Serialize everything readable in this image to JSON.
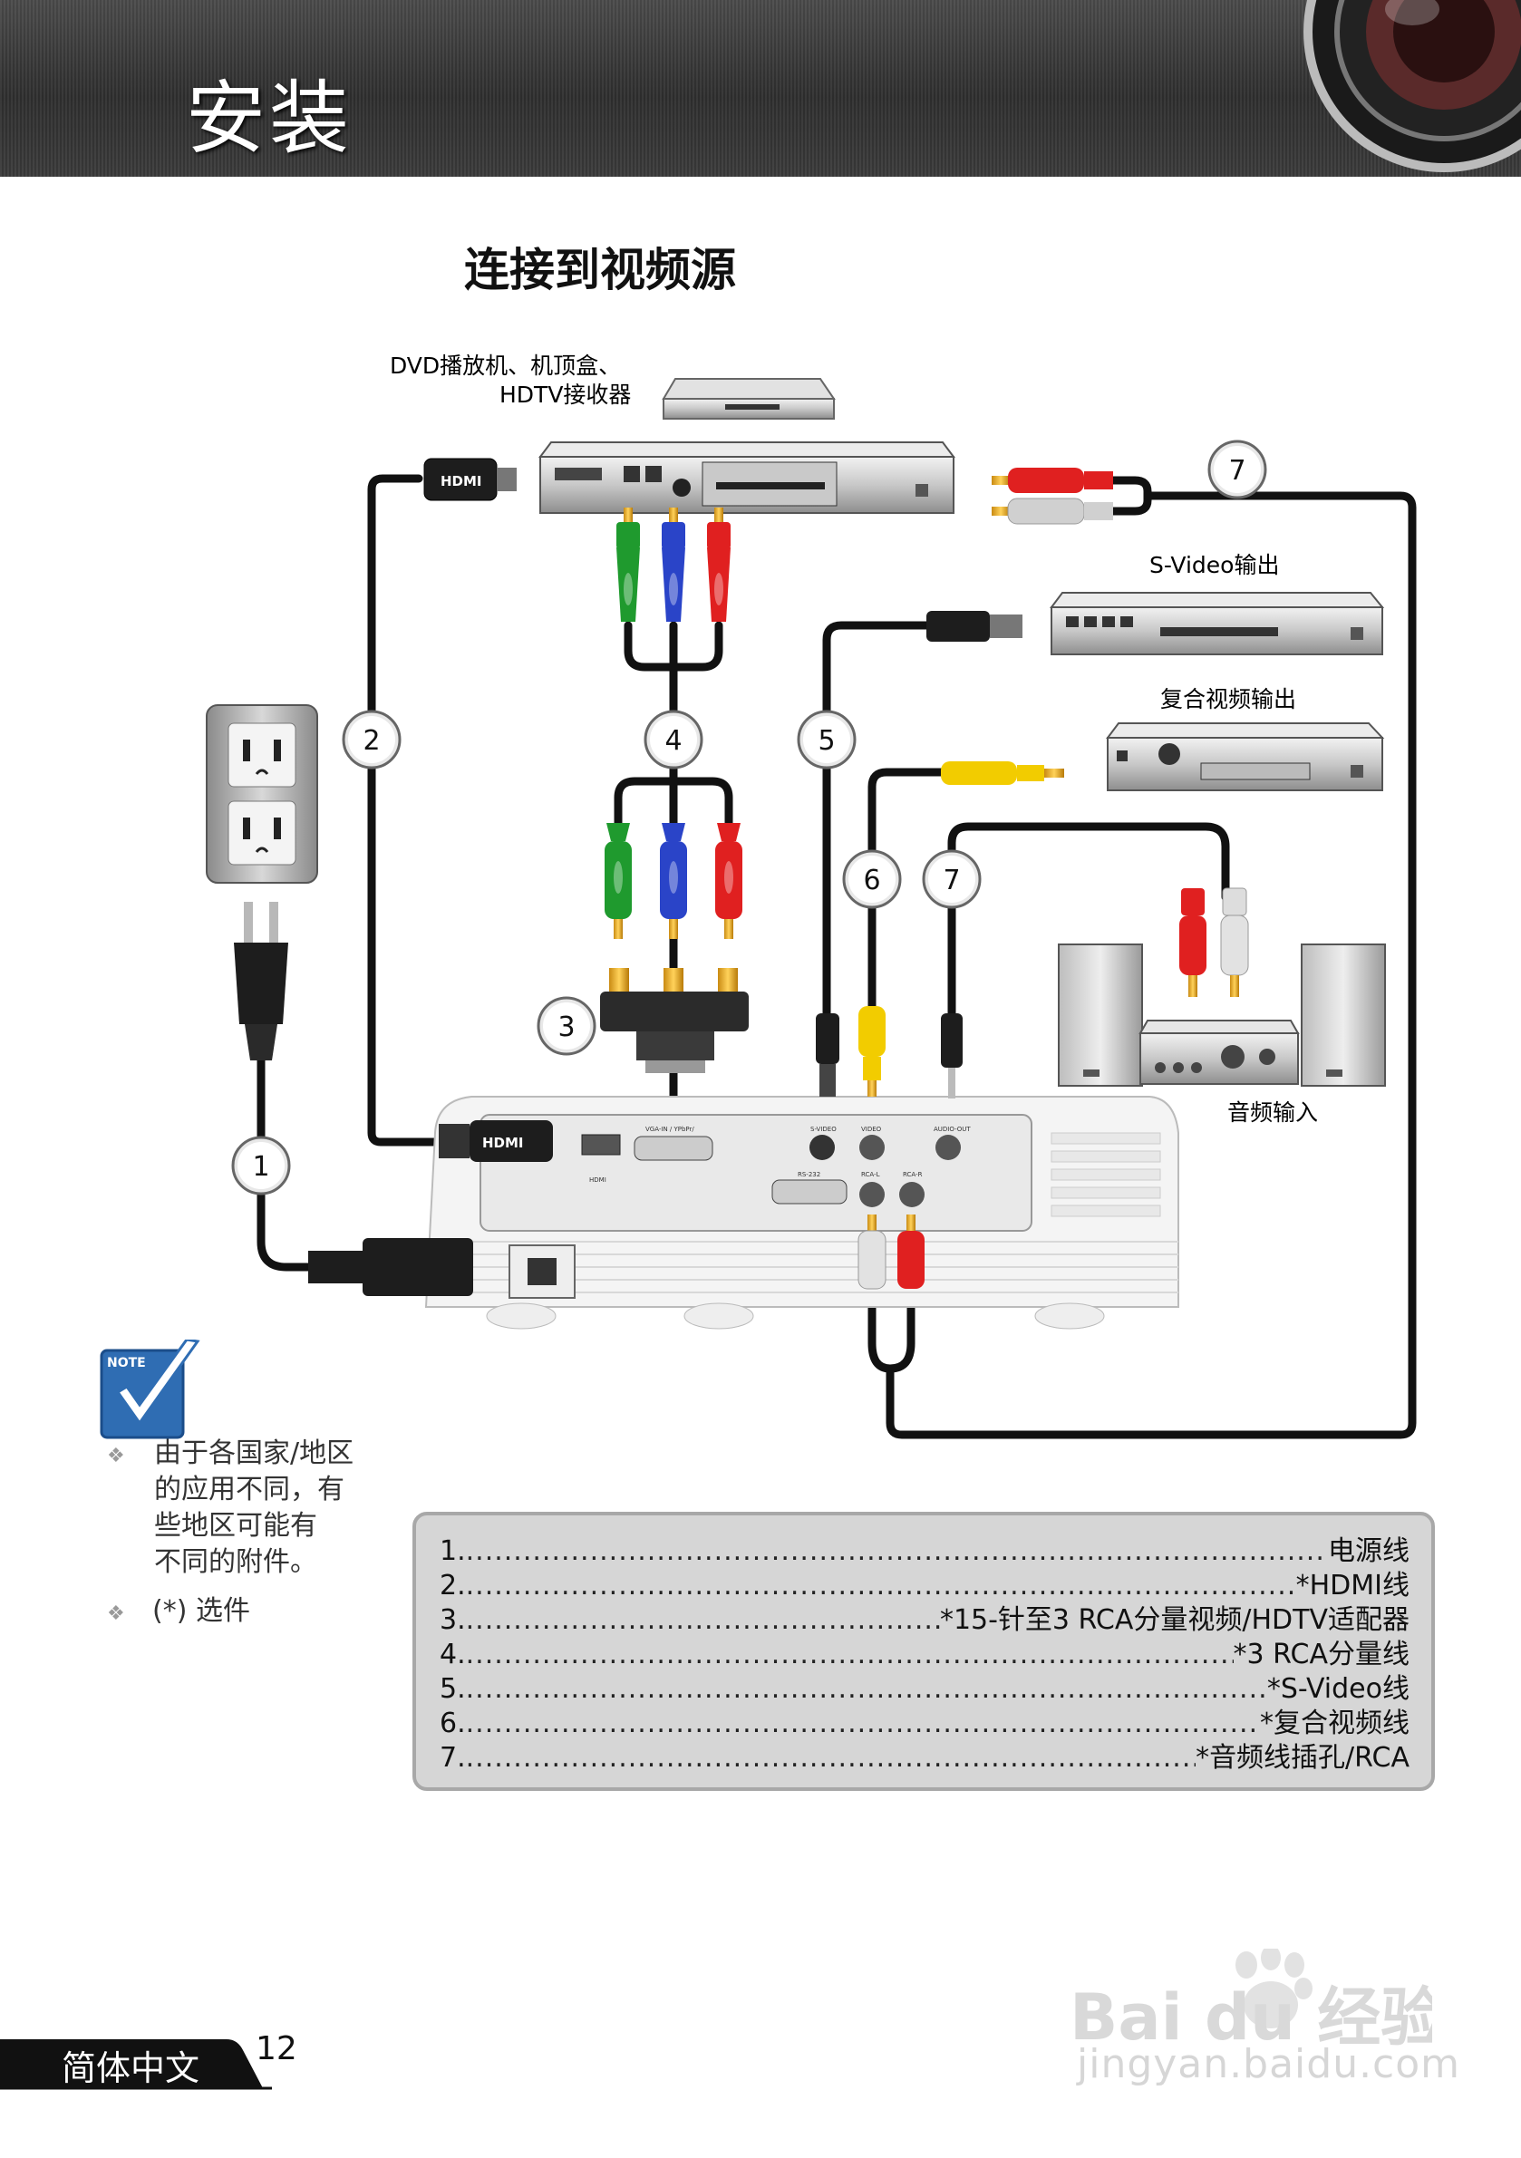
{
  "header": {
    "title": "安装"
  },
  "section": {
    "title": "连接到视频源"
  },
  "diagram": {
    "labels": {
      "dvd_line1": "DVD播放机、机顶盒、",
      "dvd_line2": "HDTV接收器",
      "svideo_out": "S-Video输出",
      "composite_out": "复合视频输出",
      "audio_in": "音频输入"
    },
    "callouts": [
      "1",
      "2",
      "3",
      "4",
      "5",
      "6",
      "7",
      "7"
    ],
    "projector_port_labels": [
      "HDMI",
      "VGA-IN / YPbPr/",
      "S-VIDEO",
      "VIDEO",
      "AUDIO-OUT",
      "RS-232",
      "RCA-L",
      "RCA-R"
    ],
    "hdmi_plug_text": "HDMI"
  },
  "note": {
    "icon": "note-checkmark-icon",
    "icon_text": "NOTE",
    "bullet1": [
      "由于各国家/地区",
      "的应用不同，有",
      "些地区可能有",
      "不同的附件。"
    ],
    "bullet2": "(*) 选件"
  },
  "parts": [
    {
      "num": "1.",
      "label": "电源线"
    },
    {
      "num": "2.",
      "label": "*HDMI线"
    },
    {
      "num": "3.",
      "label": "*15-针至3 RCA分量视频/HDTV适配器"
    },
    {
      "num": "4.",
      "label": "*3 RCA分量线"
    },
    {
      "num": "5.",
      "label": "*S-Video线"
    },
    {
      "num": "6.",
      "label": "*复合视频线"
    },
    {
      "num": "7.",
      "label": "*音频线插孔/RCA"
    }
  ],
  "footer": {
    "language": "简体中文",
    "page": "12"
  },
  "watermark": {
    "logo": "Bai du 经验",
    "url": "jingyan.baidu.com"
  },
  "colors": {
    "header_bg": "#3a3a3a",
    "parts_box_bg": "#d6d6d6",
    "note_blue": "#2f6db3",
    "rca_red": "#e02020",
    "rca_green": "#1f9a2e",
    "rca_blue": "#2a44c8",
    "rca_yellow": "#f2cc00"
  }
}
